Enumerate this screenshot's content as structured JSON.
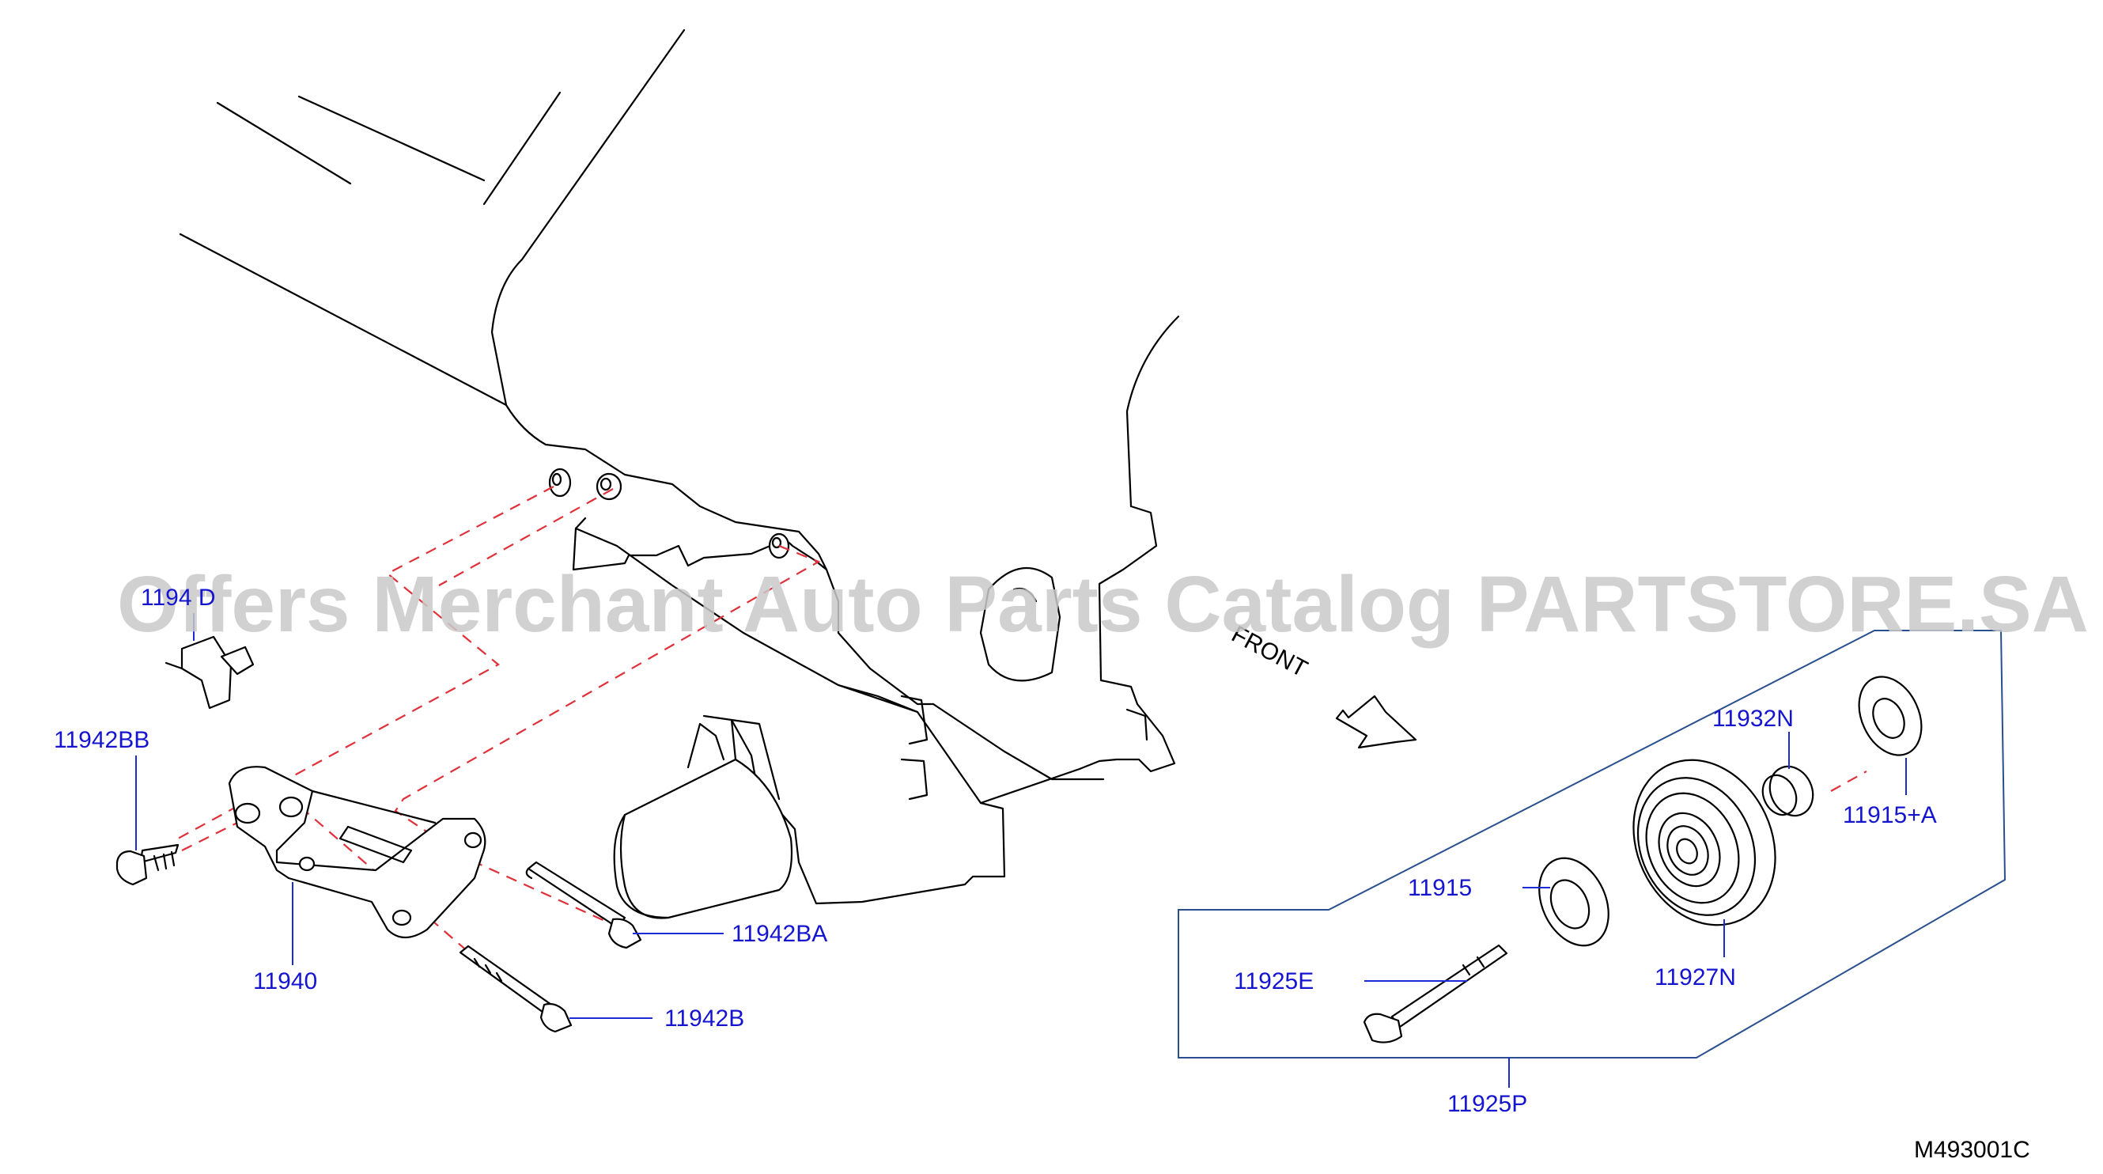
{
  "watermark": "Offers Merchant Auto Parts Catalog PARTSTORE.SA",
  "front_label": "FRONT",
  "diagram_code": "M493001C",
  "parts": {
    "p11944D": "1194 D",
    "p11942BB": "11942BB",
    "p11940": "11940",
    "p11942BA": "11942BA",
    "p11942B": "11942B",
    "p11932N": "11932N",
    "p11915A": "11915+A",
    "p11915": "11915",
    "p11927N": "11927N",
    "p11925E": "11925E",
    "p11925P": "11925P"
  },
  "colors": {
    "label_blue": "#1515d0",
    "leader_blue": "#1b2bd6",
    "dashed_red": "#e0313a",
    "frame_blue": "#2a4f8f"
  }
}
